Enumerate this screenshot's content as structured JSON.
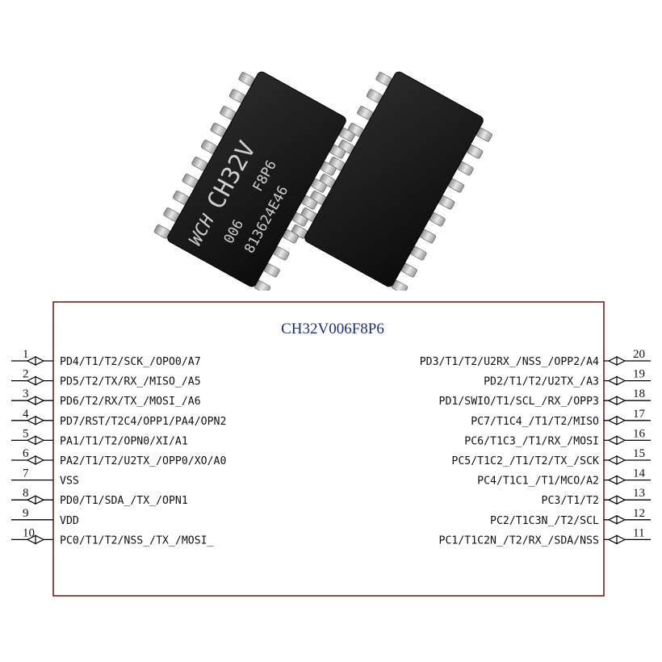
{
  "chips": {
    "front": {
      "logo": "WCH",
      "line1": "CH32V",
      "line2": "006",
      "line3": "F8P6",
      "line4": "813624E46"
    },
    "back": {}
  },
  "diagram": {
    "title": "CH32V006F8P6",
    "box_color": "#7a1e1e",
    "left_pins": [
      {
        "num": "1",
        "label": "PD4/T1/T2/SCK_/OPO0/A7",
        "io": true
      },
      {
        "num": "2",
        "label": "PD5/T2/TX/RX_/MISO_/A5",
        "io": true
      },
      {
        "num": "3",
        "label": "PD6/T2/RX/TX_/MOSI_/A6",
        "io": true
      },
      {
        "num": "4",
        "label": "PD7/RST/T2C4/OPP1/PA4/OPN2",
        "io": true
      },
      {
        "num": "5",
        "label": "PA1/T1/T2/OPN0/XI/A1",
        "io": true
      },
      {
        "num": "6",
        "label": "PA2/T1/T2/U2TX_/OPP0/XO/A0",
        "io": true
      },
      {
        "num": "7",
        "label": "VSS",
        "io": false
      },
      {
        "num": "8",
        "label": "PD0/T1/SDA_/TX_/OPN1",
        "io": true
      },
      {
        "num": "9",
        "label": "VDD",
        "io": false
      },
      {
        "num": "10",
        "label": "PC0/T1/T2/NSS_/TX_/MOSI_",
        "io": true
      }
    ],
    "right_pins": [
      {
        "num": "20",
        "label": "PD3/T1/T2/U2RX_/NSS_/OPP2/A4",
        "io": true
      },
      {
        "num": "19",
        "label": "PD2/T1/T2/U2TX_/A3",
        "io": true
      },
      {
        "num": "18",
        "label": "PD1/SWIO/T1/SCL_/RX_/OPP3",
        "io": true
      },
      {
        "num": "17",
        "label": "PC7/T1C4_/T1/T2/MISO",
        "io": true
      },
      {
        "num": "16",
        "label": "PC6/T1C3_/T1/RX_/MOSI",
        "io": true
      },
      {
        "num": "15",
        "label": "PC5/T1C2_/T1/T2/TX_/SCK",
        "io": true
      },
      {
        "num": "14",
        "label": "PC4/T1C1_/T1/MCO/A2",
        "io": true
      },
      {
        "num": "13",
        "label": "PC3/T1/T2",
        "io": true
      },
      {
        "num": "12",
        "label": "PC2/T1C3N_/T2/SCL",
        "io": true
      },
      {
        "num": "11",
        "label": "PC1/T1C2N_/T2/RX_/SDA/NSS",
        "io": true
      }
    ]
  }
}
